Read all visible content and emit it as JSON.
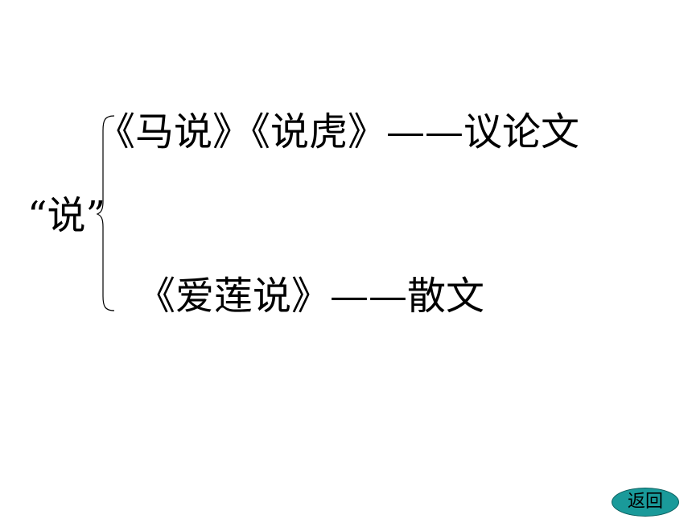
{
  "slide": {
    "term": "“说”",
    "line1": "《马说》《说虎》——议论文",
    "line2": "《爱莲说》——散文",
    "back_button": "返回"
  },
  "colors": {
    "background": "#ffffff",
    "text": "#000000",
    "button_fill": "#1a9a9a",
    "button_border": "#0b5f5f"
  }
}
